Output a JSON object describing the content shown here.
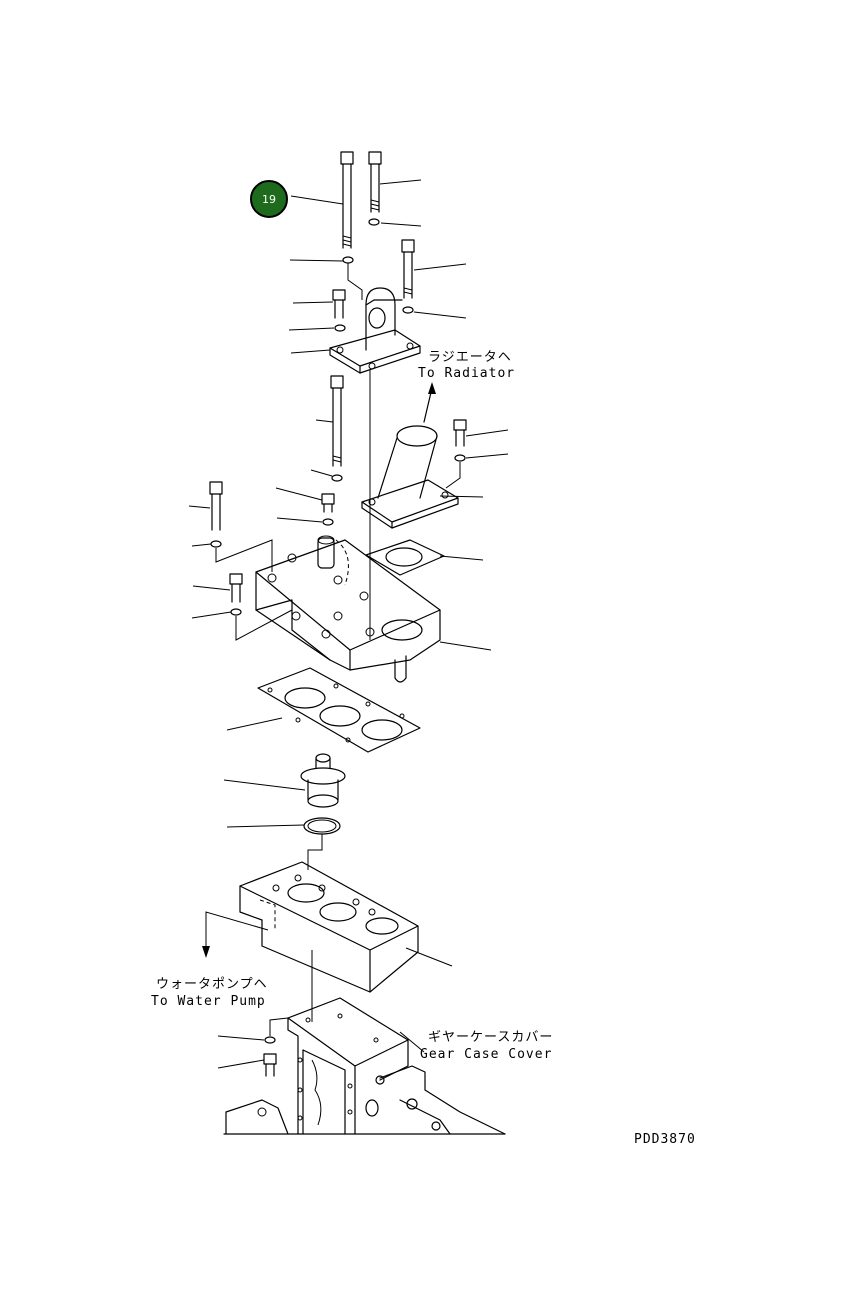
{
  "callouts": {
    "radiator_jp": "ラジエータヘ",
    "radiator_en": "To Radiator",
    "water_pump_jp": "ウォータポンプヘ",
    "water_pump_en": "To Water Pump",
    "gear_case_jp": "ギヤーケースカバー",
    "gear_case_en": "Gear Case Cover"
  },
  "badge": {
    "number": "19",
    "fill": "#1e6b1e",
    "ring": "#000000"
  },
  "drawing_id": "PDD3870"
}
